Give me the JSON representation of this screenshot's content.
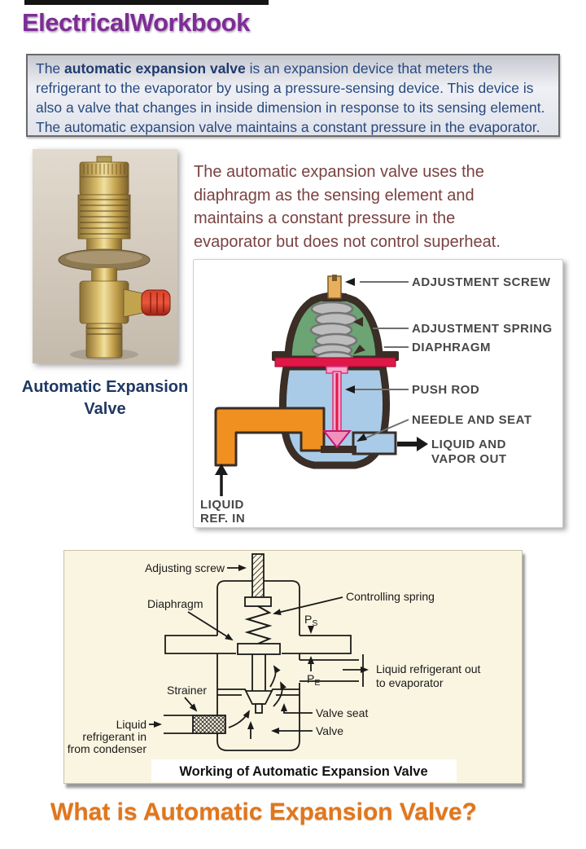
{
  "page": {
    "background": "#FFFFFF",
    "colors": {
      "logo_purple": "#7D2D95",
      "intro_text_blue": "#27497F",
      "caption_navy": "#1F3864",
      "description_maroon": "#7A4242",
      "footer_orange": "#E2761B",
      "diagram_label_gray": "#474747",
      "cutaway_green": "#6CA474",
      "cutaway_blue": "#A9CBE8",
      "cutaway_diaphragm_red": "#E01848",
      "cutaway_pipe_orange": "#F09020",
      "cutaway_needle_pink": "#F291BC",
      "working_panel_cream": "#FAF5E1"
    }
  },
  "header": {
    "logo": "ElectricalWorkbook"
  },
  "intro": {
    "l1a": "The ",
    "l1b": "automatic expansion valve",
    "l1c": " is an expansion device that meters the",
    "l2": "refrigerant to the evaporator by using a pressure-sensing device. This device is",
    "l3": "also a valve that changes in inside dimension in response to its sensing element.",
    "l4": "The automatic expansion valve maintains a constant pressure in the evaporator."
  },
  "photo": {
    "caption_line1": "Automatic Expansion",
    "caption_line2": "Valve"
  },
  "description": {
    "l1": "The automatic expansion valve uses the",
    "l2": "diaphragm as the sensing element and",
    "l3": "maintains a constant pressure in the",
    "l4": "evaporator but does not control superheat."
  },
  "cutaway": {
    "label_adjustment_screw": "ADJUSTMENT SCREW",
    "label_adjustment_spring": "ADJUSTMENT SPRING",
    "label_diaphragm": "DIAPHRAGM",
    "label_push_rod": "PUSH ROD",
    "label_needle_and_seat": "NEEDLE AND SEAT",
    "label_liquid_and": "LIQUID AND",
    "label_vapor_out": "VAPOR OUT",
    "label_liquid_ref_1": "LIQUID",
    "label_liquid_ref_2": "REF. IN"
  },
  "working": {
    "label_adjusting_screw": "Adjusting screw",
    "label_diaphragm": "Diaphragm",
    "label_controlling_spring": "Controlling spring",
    "p_letter": "P",
    "ps_sub": "S",
    "pe_sub": "E",
    "label_liquid_out_1": "Liquid refrigerant out",
    "label_liquid_out_2": "to evaporator",
    "label_strainer": "Strainer",
    "label_valve_seat": "Valve seat",
    "label_valve": "Valve",
    "label_liquid_in_1": "Liquid",
    "label_liquid_in_2": "refrigerant in",
    "label_liquid_in_3": "from condenser",
    "caption": "Working of Automatic Expansion Valve"
  },
  "footer": {
    "title": "What is Automatic Expansion Valve?"
  }
}
